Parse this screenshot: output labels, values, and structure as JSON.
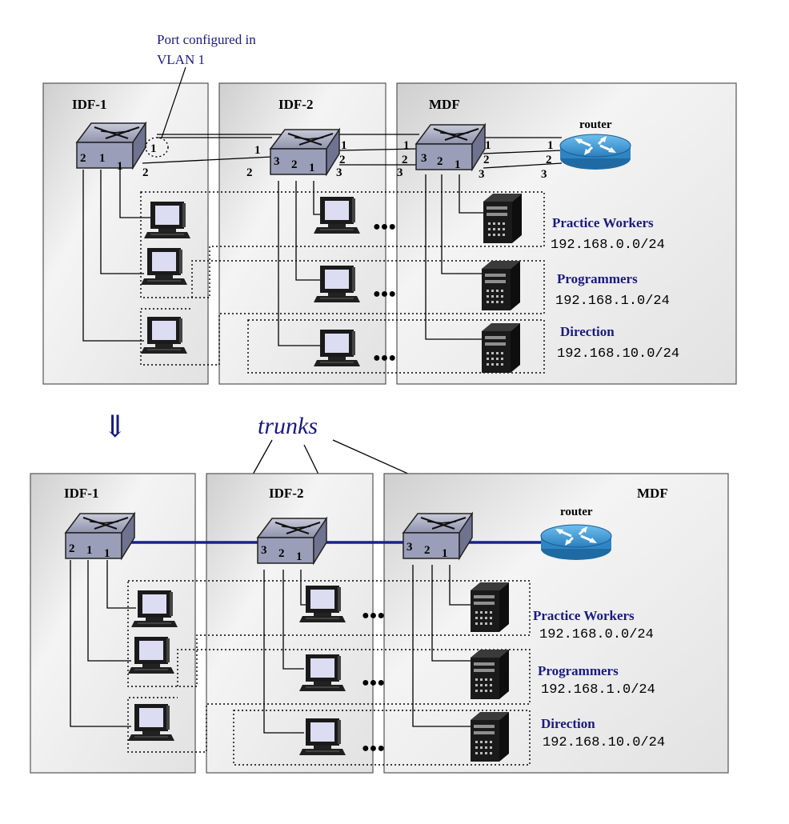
{
  "annotation": {
    "line1": "Port configured in",
    "line2": "VLAN 1",
    "trunks_label": "trunks",
    "arrow_symbol": "⇓"
  },
  "top_diagram": {
    "idf1_label": "IDF-1",
    "idf2_label": "IDF-2",
    "mdf_label": "MDF",
    "router_label": "router",
    "idf1_ports": [
      "2",
      "1",
      "1",
      "1",
      "2"
    ],
    "idf2_ports": [
      "1",
      "2",
      "3",
      "2",
      "1",
      "1",
      "2",
      "3"
    ],
    "mdf_ports": [
      "1",
      "2",
      "3",
      "3",
      "2",
      "1",
      "1",
      "2",
      "3"
    ],
    "router_ports": [
      "1",
      "2",
      "3"
    ],
    "vlans": [
      {
        "name": "Practice Workers",
        "subnet": "192.168.0.0/24"
      },
      {
        "name": "Programmers",
        "subnet": "192.168.1.0/24"
      },
      {
        "name": "Direction",
        "subnet": "192.168.10.0/24"
      }
    ]
  },
  "bottom_diagram": {
    "idf1_label": "IDF-1",
    "idf2_label": "IDF-2",
    "mdf_label": "MDF",
    "router_label": "router",
    "idf1_ports": [
      "2",
      "1",
      "1"
    ],
    "idf2_ports": [
      "3",
      "2",
      "1"
    ],
    "mdf_ports": [
      "3",
      "2",
      "1"
    ],
    "vlans": [
      {
        "name": "Practice Workers",
        "subnet": "192.168.0.0/24"
      },
      {
        "name": "Programmers",
        "subnet": "192.168.1.0/24"
      },
      {
        "name": "Direction",
        "subnet": "192.168.10.0/24"
      }
    ]
  },
  "colors": {
    "label_navy": "#1a1a80",
    "trunk_line": "#17238a",
    "router_blue": "#3d9bd8",
    "switch_body": "#8a8ea8",
    "panel_fill": "#e6e6e6",
    "panel_border": "#555555"
  },
  "ellipsis": "●●●"
}
